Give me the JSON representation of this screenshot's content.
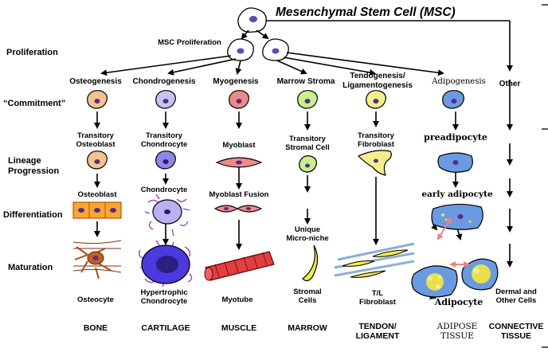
{
  "title": "Mesenchymal Stem Cell (MSC)",
  "proliferation_label": "MSC Proliferation",
  "rows": {
    "proliferation": "Proliferation",
    "commitment": "“Commitment”",
    "lineage_progression": "Lineage\nProgression",
    "differentiation": "Differentiation",
    "maturation": "Maturation"
  },
  "columns": [
    {
      "id": "bone",
      "header": "Osteogenesis",
      "transitory": "Transitory\nOsteoblast",
      "stage3": "Osteoblast",
      "mature": "Osteocyte",
      "tissue": "BONE",
      "color": "#f3c38c"
    },
    {
      "id": "cartilage",
      "header": "Chondrogenesis",
      "transitory": "Transitory\nChondrocyte",
      "stage3": "Chondrocyte",
      "mature": "Hypertrophic\nChondrocyte",
      "tissue": "CARTILAGE",
      "color": "#b9b3f0"
    },
    {
      "id": "muscle",
      "header": "Myogenesis",
      "transitory": "Myoblast",
      "stage3": "Myoblast Fusion",
      "mature": "Myotube",
      "tissue": "MUSCLE",
      "color": "#f08a8a"
    },
    {
      "id": "marrow",
      "header": "Marrow Stroma",
      "transitory": "Transitory\nStromal Cell",
      "stage3": "Unique\nMicro-niche",
      "mature": "Stromal\nCells",
      "tissue": "MARROW",
      "color": "#c9f08c"
    },
    {
      "id": "tendon",
      "header": "Tendogenesis/\nLigamentogenesis",
      "transitory": "Transitory\nFibroblast",
      "stage3": "",
      "mature": "T/L\nFibroblast",
      "tissue": "TENDON/\nLIGAMENT",
      "color": "#f3ef8c"
    },
    {
      "id": "adipose",
      "header": "Adipogenesis",
      "transitory": "preadipocyte",
      "stage3": "early adipocyte",
      "mature": "Adipocyte",
      "tissue": "ADIPOSE\nTISSUE",
      "color": "#6a9ae0"
    },
    {
      "id": "other",
      "header": "Other",
      "transitory": "",
      "stage3": "",
      "mature": "Dermal and\nOther Cells",
      "tissue": "CONNECTIVE\nTISSUE",
      "color": ""
    }
  ]
}
